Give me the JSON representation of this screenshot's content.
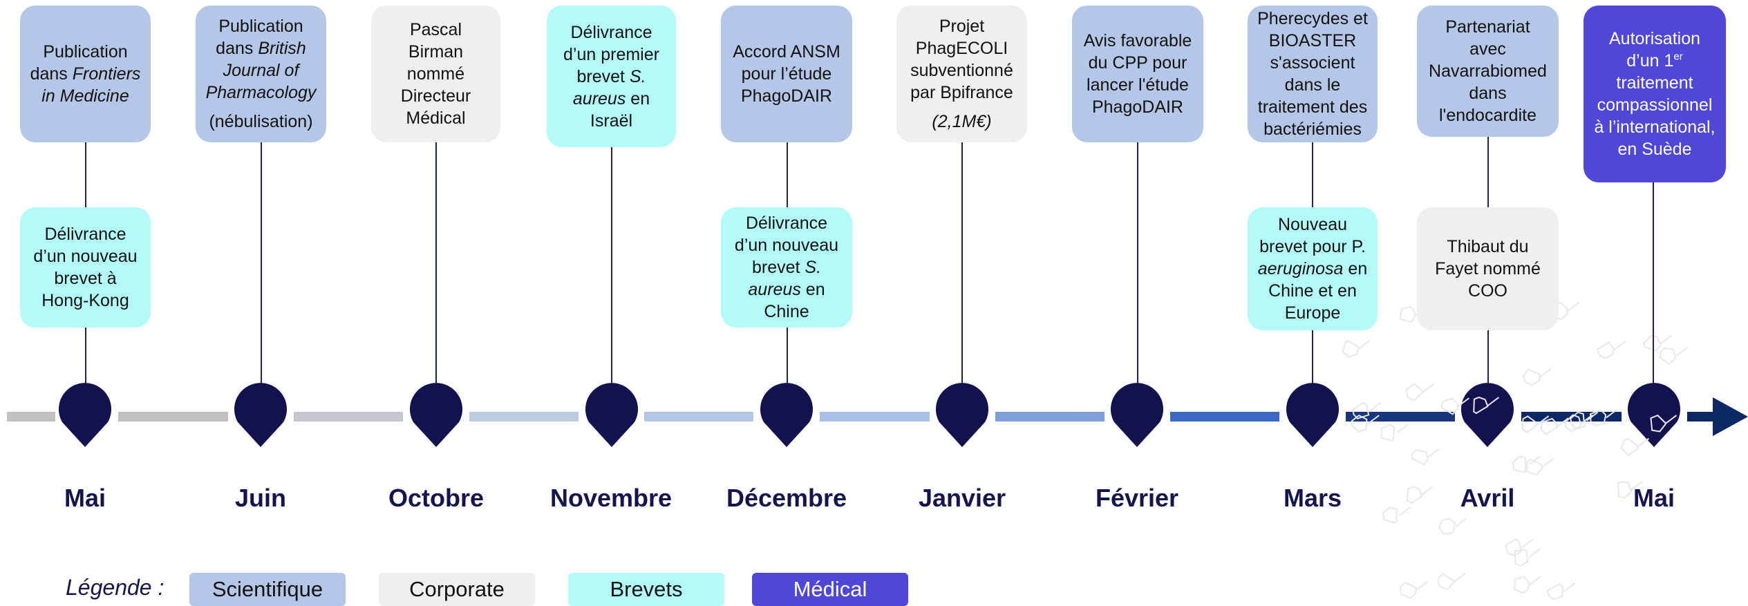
{
  "timeline": {
    "months": [
      "Mai",
      "Juin",
      "Octobre",
      "Novembre",
      "Décembre",
      "Janvier",
      "Février",
      "Mars",
      "Avril",
      "Mai"
    ]
  },
  "events": {
    "e1_top": {
      "line1": "Publication",
      "line2a": "dans ",
      "line2b": "Frontiers",
      "line3": "in Medicine",
      "category": "Scientifique"
    },
    "e1_bottom": {
      "text": "Délivrance\nd’un nouveau\nbrevet à\nHong-Kong",
      "category": "Brevets"
    },
    "e2_top": {
      "line1": "Publication",
      "line2a": "dans ",
      "line2b": "British",
      "line3": "Journal of",
      "line4": "Pharmacology",
      "sub": "(nébulisation)",
      "category": "Scientifique"
    },
    "e3_top": {
      "text": "Pascal\nBirman\nnommé\nDirecteur\nMédical",
      "category": "Corporate"
    },
    "e4_top": {
      "line1": "Délivrance",
      "line2": "d’un premier",
      "line3a": "brevet ",
      "line3b": "S.",
      "line4a": "aureus",
      "line4b": " en",
      "line5": "Israël",
      "category": "Brevets"
    },
    "e5_top": {
      "text": "Accord ANSM\npour l’étude\nPhagoDAIR",
      "category": "Scientifique"
    },
    "e5_bottom": {
      "line1": "Délivrance",
      "line2": "d’un nouveau",
      "line3a": "brevet ",
      "line3b": "S.",
      "line4a": "aureus",
      "line4b": " en",
      "line5": "Chine",
      "category": "Brevets"
    },
    "e6_top": {
      "text": "Projet\nPhagECOLI\nsubventionné\npar Bpifrance",
      "sub": "(2,1M€)",
      "category": "Corporate"
    },
    "e7_top": {
      "text": "Avis favorable\ndu CPP pour\nlancer l'étude\nPhagoDAIR",
      "category": "Scientifique"
    },
    "e8_top": {
      "text": "Pherecydes et\nBIOASTER\ns'associent\ndans le\ntraitement des\nbactériémies",
      "category": "Scientifique"
    },
    "e8_bottom": {
      "line1": "Nouveau",
      "line2": "brevet pour P.",
      "line3a": "aeruginosa",
      "line3b": " en",
      "line4": "Chine et en",
      "line5": "Europe",
      "category": "Brevets"
    },
    "e9_top": {
      "text": "Partenariat\navec\nNavarrabiomed\ndans\nl'endocardite",
      "category": "Scientifique"
    },
    "e9_bottom": {
      "text": "Thibaut du\nFayet nommé\nCOO",
      "category": "Corporate"
    },
    "e10_top": {
      "line1": "Autorisation",
      "line2a": "d’un 1",
      "line2sup": "er",
      "line3": "traitement",
      "line4": "compassionnel",
      "line5": "à l’international,",
      "line6": "en Suède",
      "category": "Médical"
    }
  },
  "legend": {
    "title": "Légende :",
    "items": [
      {
        "label": "Scientifique",
        "color": "#b4c7e7"
      },
      {
        "label": "Corporate",
        "color": "#efefef"
      },
      {
        "label": "Brevets",
        "color": "#b3fbf8"
      },
      {
        "label": "Médical",
        "color": "#4f47d8"
      }
    ]
  },
  "colors": {
    "pin": "#13124e",
    "line_segments": [
      "#c0c0c0",
      "#c0c0c0",
      "#c3c6cc",
      "#bccbe0",
      "#b4c7e7",
      "#a9bfe6",
      "#7f9fdb",
      "#3e68c5",
      "#17367c",
      "#0c2766"
    ],
    "arrow": "#0c2766"
  }
}
